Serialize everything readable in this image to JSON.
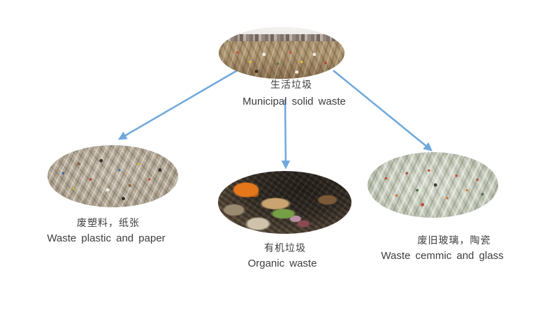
{
  "root": {
    "label_zh": "生活垃圾",
    "label_en": "Municipal  solid  waste",
    "photo": "garbage-dump-with-city-skyline"
  },
  "categories": [
    {
      "label_zh": "废塑料，纸张",
      "label_en": "Waste  plastic  and  paper",
      "photo": "mixed-plastic-and-paper-waste"
    },
    {
      "label_zh": "有机垃圾",
      "label_en": "Organic  waste",
      "photo": "organic-food-waste"
    },
    {
      "label_zh": "废旧玻璃，陶瓷",
      "label_en": "Waste  cemmic  and  glass",
      "photo": "crushed-glass-and-ceramic-waste"
    }
  ],
  "colors": {
    "arrow": "#6FA8DC",
    "text": "#3D3D3D",
    "background": "#FFFFFF"
  }
}
